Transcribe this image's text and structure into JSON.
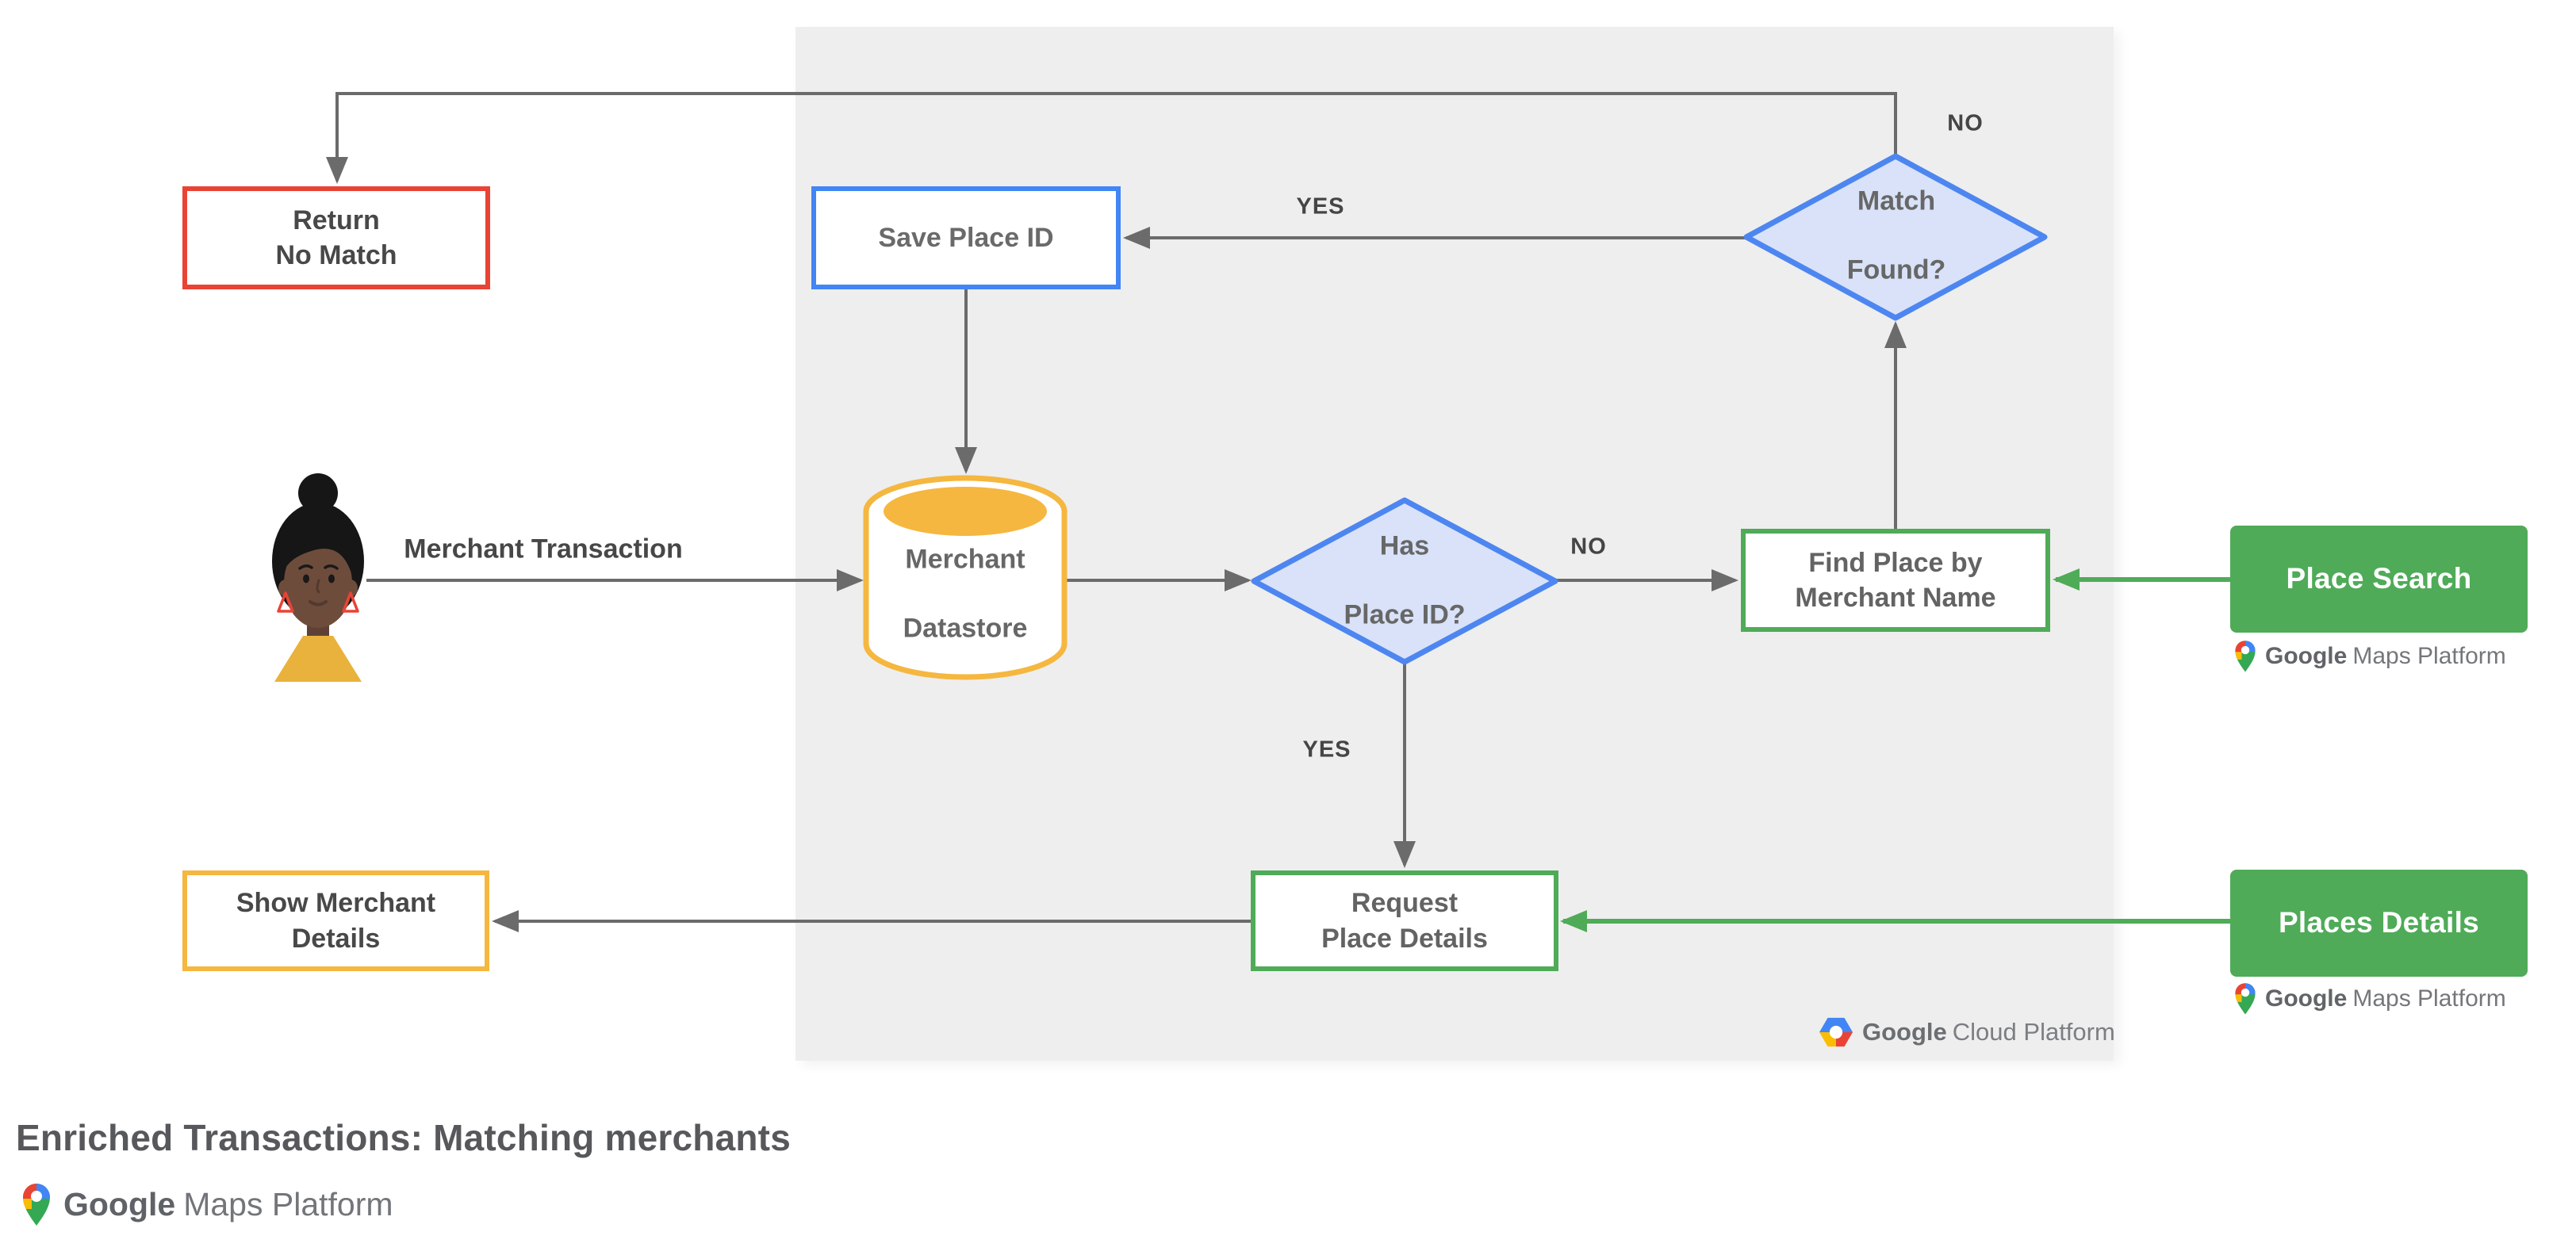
{
  "title": {
    "text": "Enriched Transactions: Matching merchants"
  },
  "colors": {
    "red": "#e94335",
    "blue": "#4285f4",
    "blue_light": "#d9e2f8",
    "green": "#4fab58",
    "yellow": "#f5b73f",
    "line": "#6b6b6b",
    "panel": "#eeeeee",
    "text_dark": "#454545",
    "text_mid": "#666666"
  },
  "nodes": {
    "return_no_match": {
      "line1": "Return",
      "line2": "No Match"
    },
    "save_place_id": {
      "label": "Save Place ID"
    },
    "match_found": {
      "line1": "Match",
      "line2": "Found?"
    },
    "merchant_datastore": {
      "line1": "Merchant",
      "line2": "Datastore"
    },
    "has_place_id": {
      "line1": "Has",
      "line2": "Place ID?"
    },
    "find_place": {
      "line1": "Find Place by",
      "line2": "Merchant Name"
    },
    "request_place_details": {
      "line1": "Request",
      "line2": "Place Details"
    },
    "show_merchant_details": {
      "line1": "Show Merchant",
      "line2": "Details"
    },
    "place_search": {
      "label": "Place Search"
    },
    "places_details": {
      "label": "Places Details"
    }
  },
  "edges": {
    "match_found_no": "NO",
    "match_found_yes": "YES",
    "has_place_id_no": "NO",
    "has_place_id_yes": "YES",
    "merchant_transaction": "Merchant Transaction"
  },
  "logos": {
    "maps_platform": {
      "brand": "Google",
      "product": "Maps Platform"
    },
    "cloud_platform": {
      "brand": "Google",
      "product": "Cloud Platform"
    }
  }
}
